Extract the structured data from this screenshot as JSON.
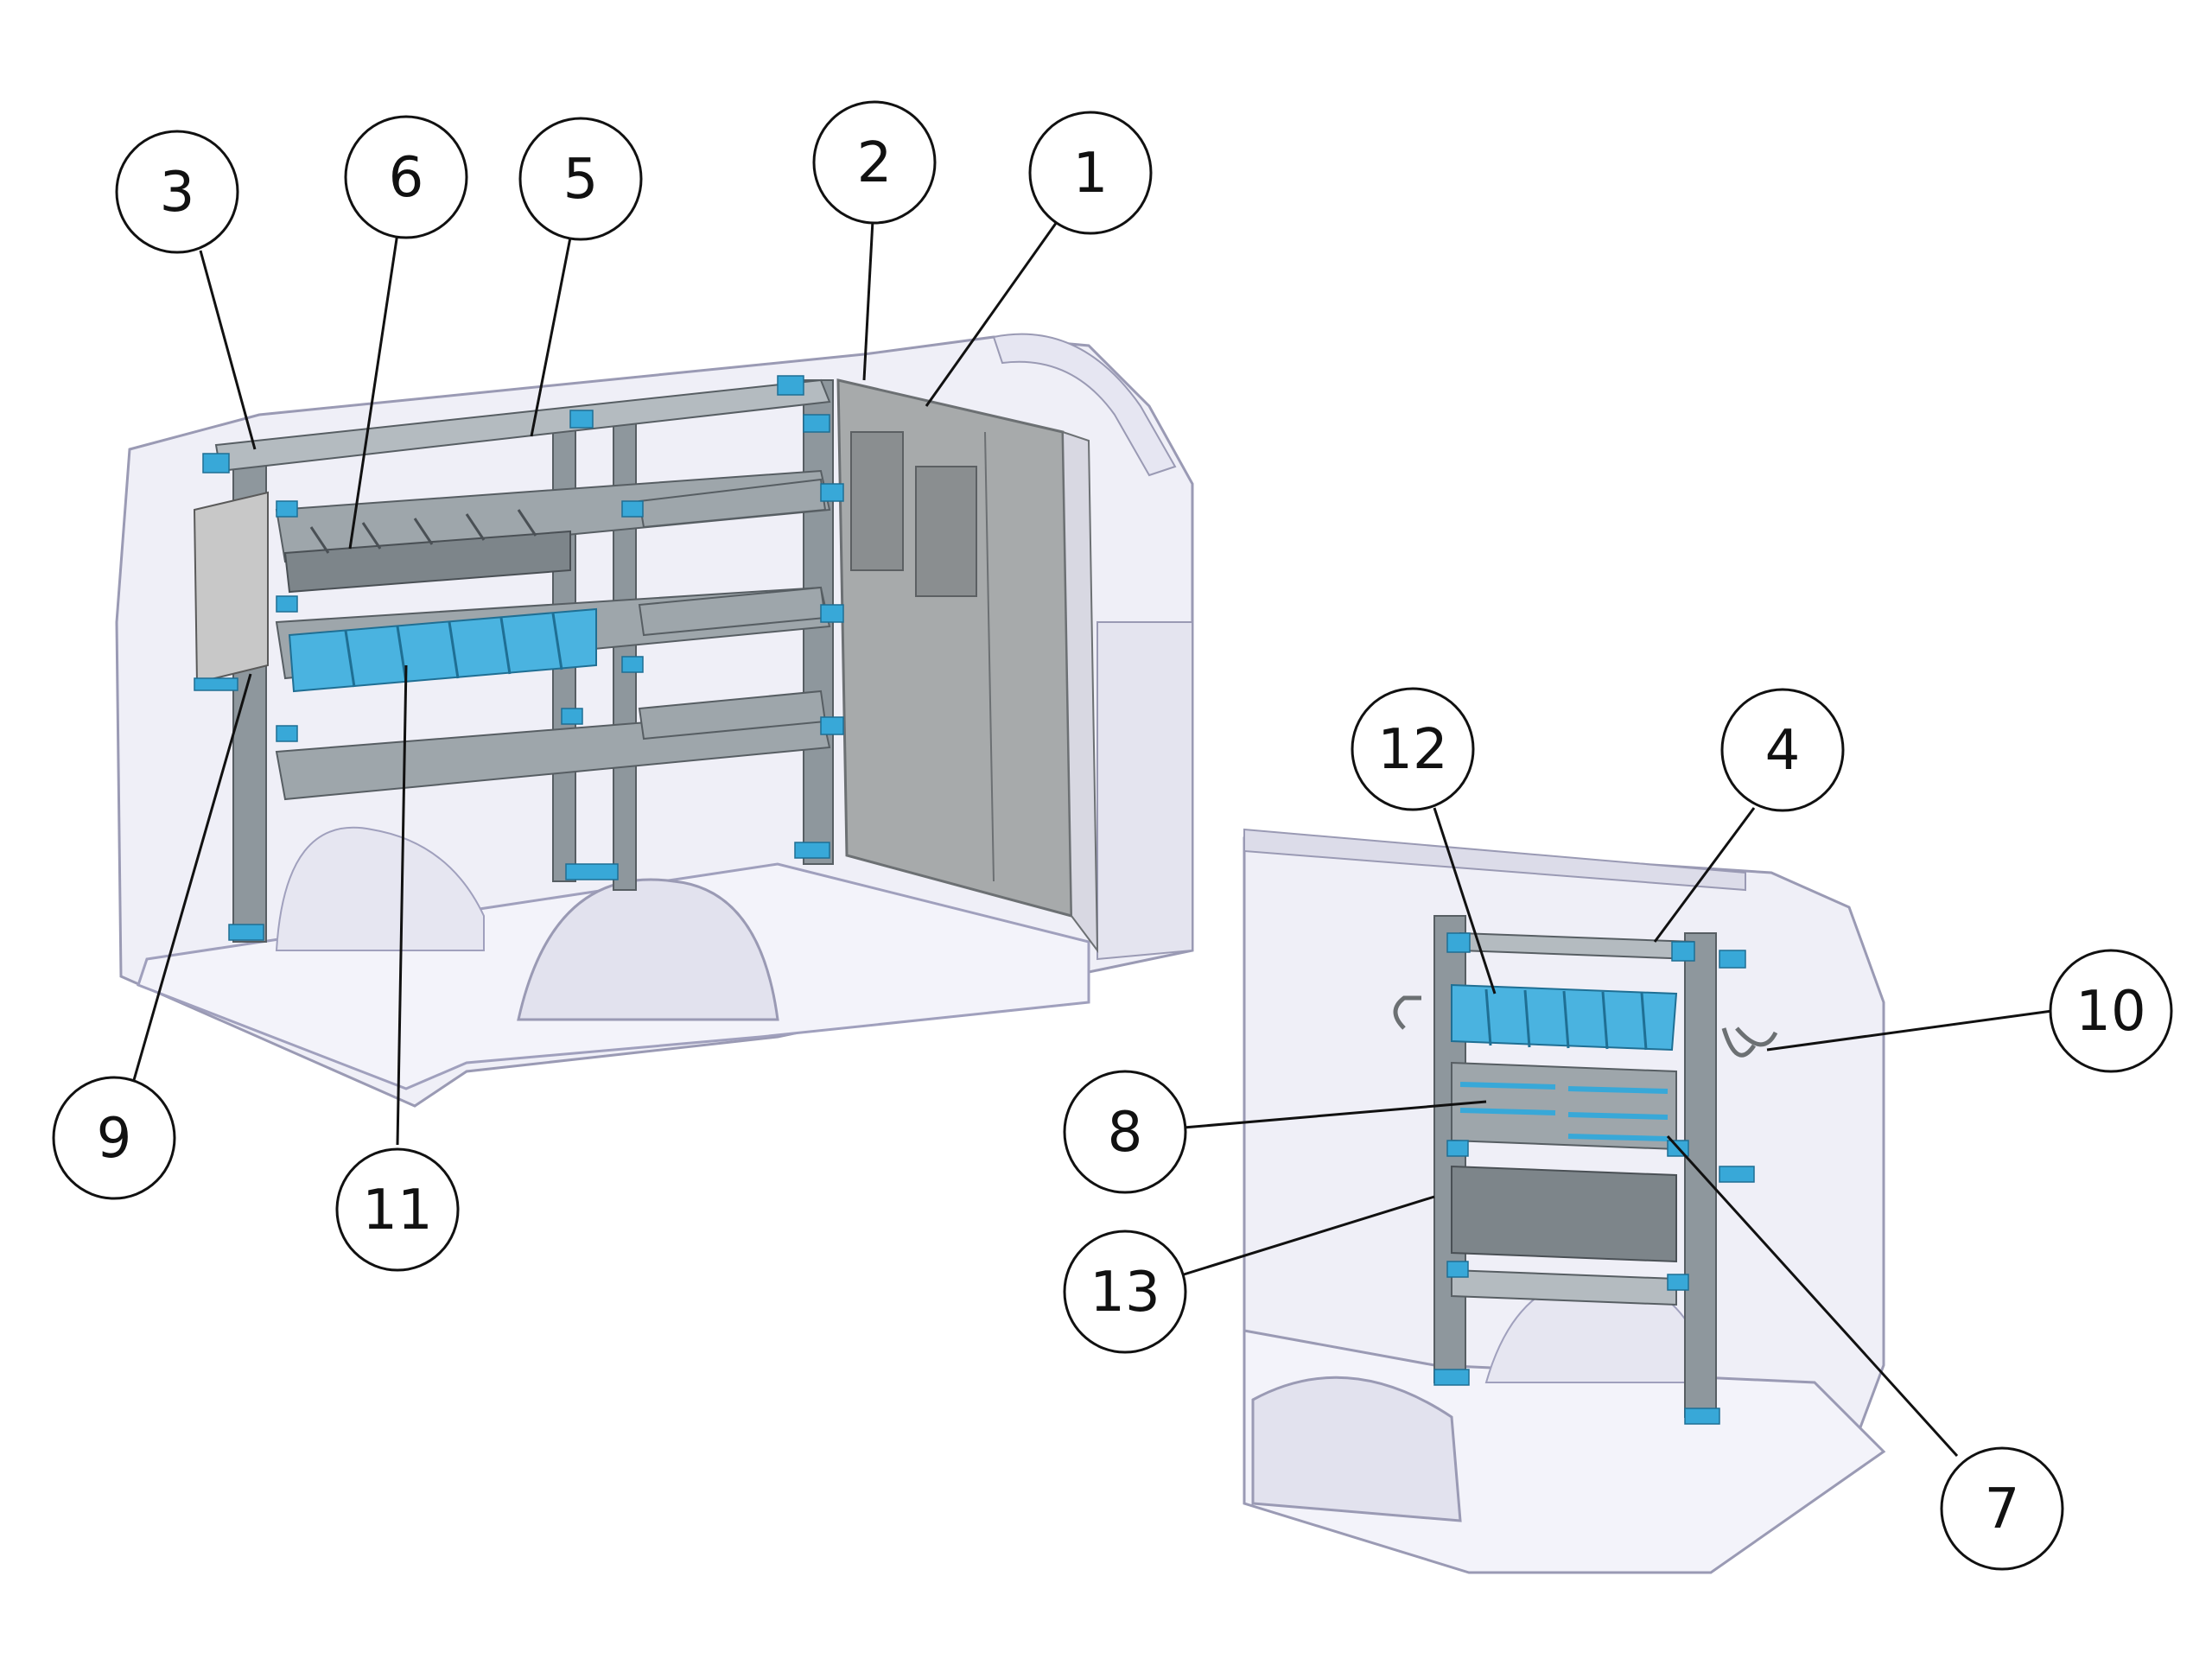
{
  "diagram": {
    "callouts": [
      {
        "id": "c1",
        "label": "1"
      },
      {
        "id": "c2",
        "label": "2"
      },
      {
        "id": "c3",
        "label": "3"
      },
      {
        "id": "c4",
        "label": "4"
      },
      {
        "id": "c5",
        "label": "5"
      },
      {
        "id": "c6",
        "label": "6"
      },
      {
        "id": "c7",
        "label": "7"
      },
      {
        "id": "c8",
        "label": "8"
      },
      {
        "id": "c9",
        "label": "9"
      },
      {
        "id": "c10",
        "label": "10"
      },
      {
        "id": "c11",
        "label": "11"
      },
      {
        "id": "c12",
        "label": "12"
      },
      {
        "id": "c13",
        "label": "13"
      }
    ]
  },
  "colors": {
    "part_blue": "#38a8d8",
    "bin_blue": "#4ab3e0",
    "steel": "#8e979d",
    "steel_light": "#b4bbc0",
    "van_body": "#e9e9f4",
    "van_edge": "#9a9ab4",
    "partition": "#a7aaab",
    "callout_stroke": "#111111"
  }
}
